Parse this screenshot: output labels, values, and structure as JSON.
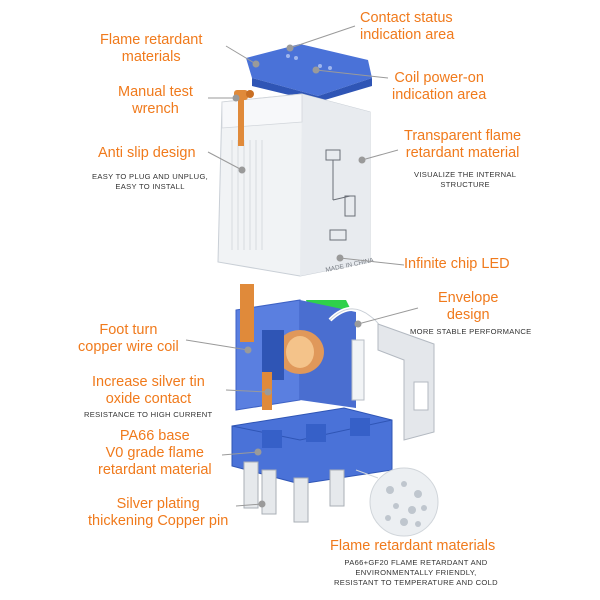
{
  "colors": {
    "label": "#f07a1c",
    "leader": "#9a9a9a",
    "relay_blue": "#4a72d8",
    "led_green": "#2fd14a",
    "copper": "#e08a3a"
  },
  "labels": {
    "contact_status": [
      "Contact status",
      "indication area"
    ],
    "flame_top": [
      "Flame retardant",
      "materials"
    ],
    "coil_power": [
      "Coil power-on",
      "indication area"
    ],
    "manual_test": [
      "Manual test",
      "wrench"
    ],
    "transparent": [
      "Transparent flame",
      "retardant material"
    ],
    "transparent_sub": [
      "VISUALIZE THE INTERNAL",
      "STRUCTURE"
    ],
    "anti_slip": [
      "Anti slip design"
    ],
    "anti_slip_sub": [
      "EASY TO PLUG AND UNPLUG,",
      "EASY TO INSTALL"
    ],
    "chip_led": [
      "Infinite chip LED"
    ],
    "envelope": [
      "Envelope",
      "design"
    ],
    "envelope_sub": [
      "MORE STABLE PERFORMANCE"
    ],
    "foot_turn": [
      "Foot turn",
      "copper wire coil"
    ],
    "silver_tin": [
      "Increase silver tin",
      "oxide contact"
    ],
    "silver_tin_sub": [
      "RESISTANCE TO HIGH CURRENT"
    ],
    "pa66": [
      "PA66 base",
      "V0 grade flame",
      "retardant material"
    ],
    "silver_plating": [
      "Silver plating",
      "thickening Copper pin"
    ],
    "flame_bottom": [
      "Flame retardant materials"
    ],
    "flame_bottom_sub": [
      "PA66+GF20 FLAME RETARDANT AND",
      "ENVIRONMENTALLY FRIENDLY,",
      "RESISTANT TO TEMPERATURE AND COLD"
    ]
  },
  "case_text": "MADE IN CHINA"
}
